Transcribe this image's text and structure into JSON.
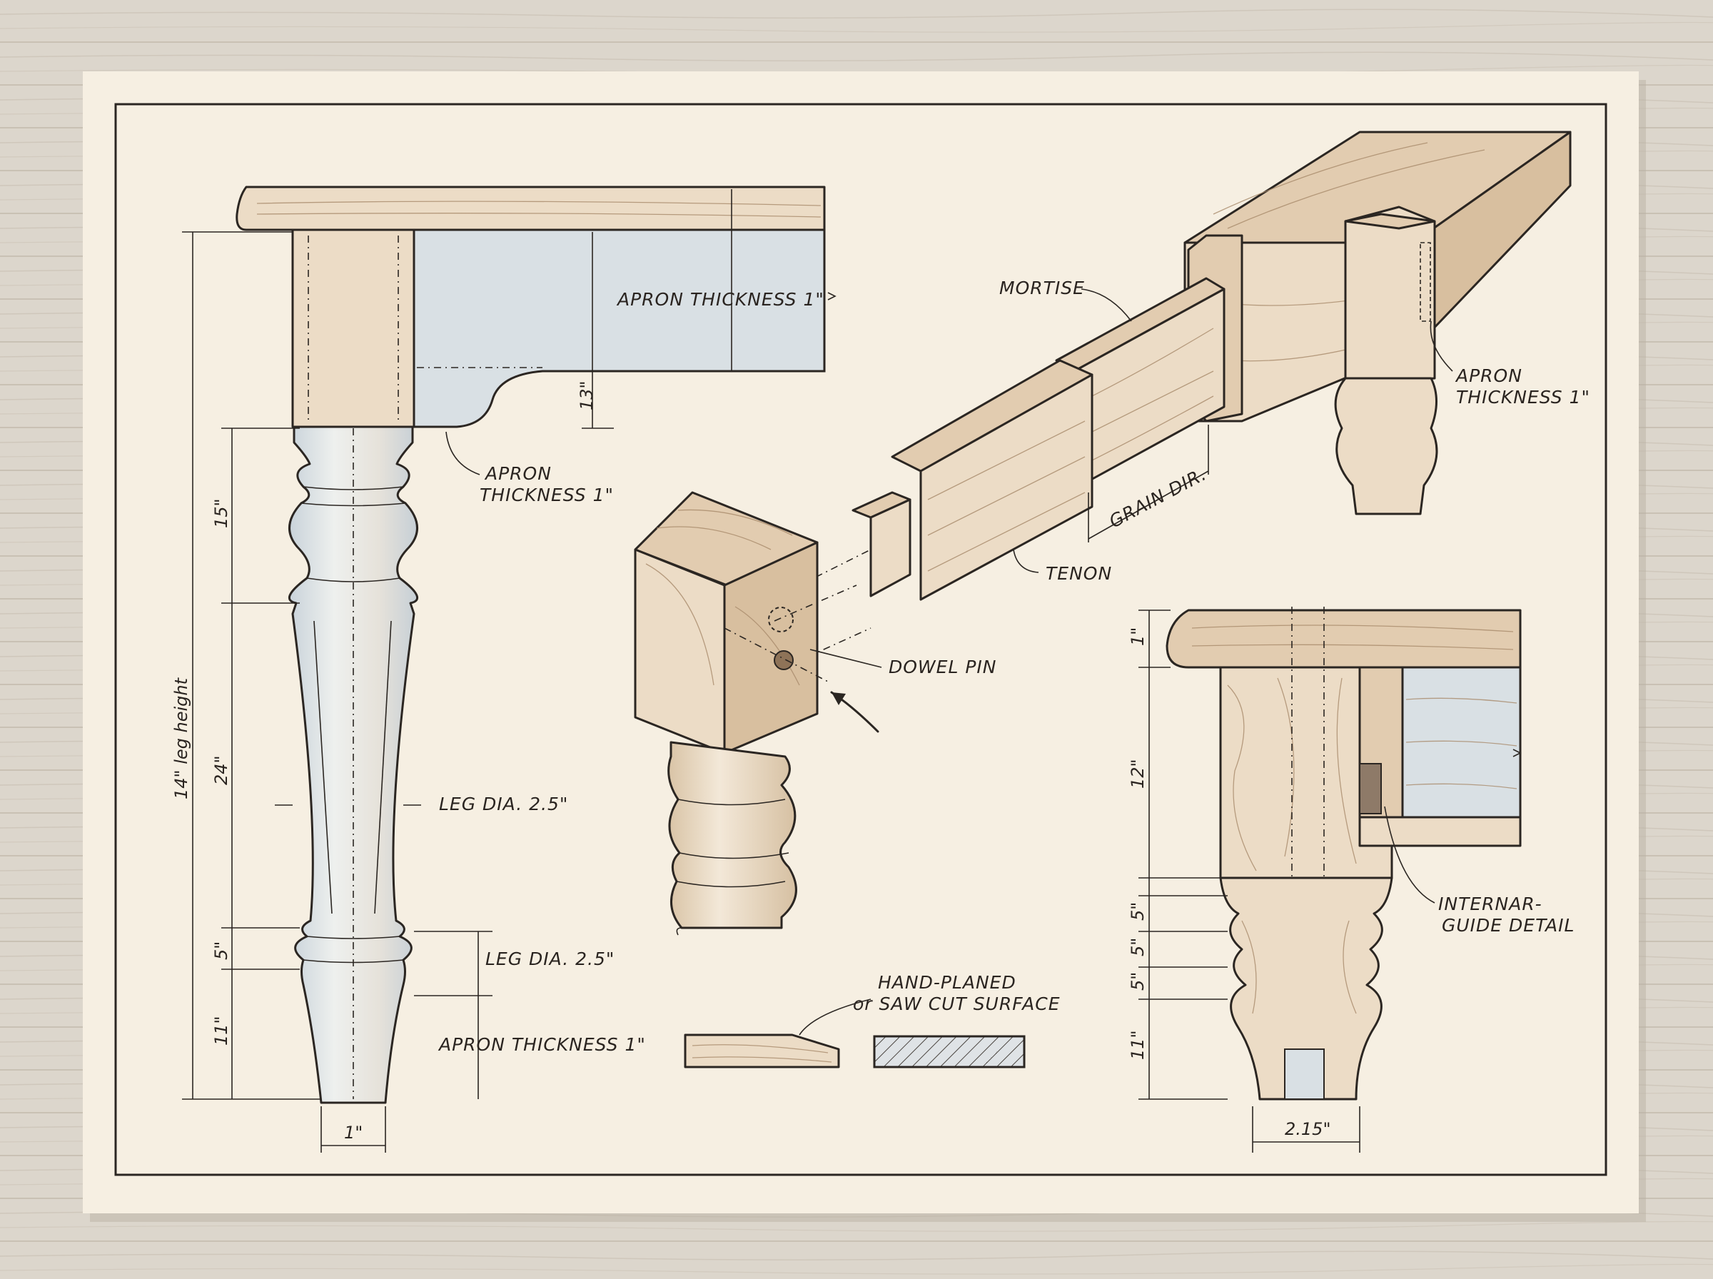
{
  "labels": {
    "apron_thickness_top": "APRON THICKNESS 1\"",
    "apron_thickness_left_line1": "APRON",
    "apron_thickness_left_line2": "THICKNESS 1\"",
    "apron_thickness_right_line1": "APRON",
    "apron_thickness_right_line2": "THICKNESS 1\"",
    "apron_thickness_bottom": "APRON THICKNESS 1\"",
    "leg_dia_mid": "LEG DIA. 2.5\"",
    "leg_dia_low": "LEG DIA. 2.5\"",
    "mortise": "MORTISE",
    "tenon": "TENON",
    "grain_dir": "GRAIN DIR.",
    "dowel_pin": "DOWEL PIN",
    "hand_planed_line1": "HAND-PLANED",
    "hand_planed_line2": "or SAW CUT SURFACE",
    "internal_guide_line1": "INTERNAR-",
    "internal_guide_line2": "GUIDE DETAIL"
  },
  "dimensions": {
    "leg_height": "14\" leg height",
    "d15": "15\"",
    "d24": "24\"",
    "d5": "5\"",
    "d11": "11\"",
    "d13": "13\"",
    "d1_bottom": "1\"",
    "r_d1": "1\"",
    "r_d12": "12\"",
    "r_d5a": "5\"",
    "r_d5b": "5\"",
    "r_d5c": "5\"",
    "r_d11": "11\"",
    "r_d215": "2.15\""
  },
  "colors": {
    "paper": "#f6efe2",
    "ink": "#2b2622",
    "wood_light": "#ecdcc6",
    "wood_mid": "#e2ccb0",
    "blue_wash": "#d9e0e4",
    "floor": "#d9d3c9"
  }
}
